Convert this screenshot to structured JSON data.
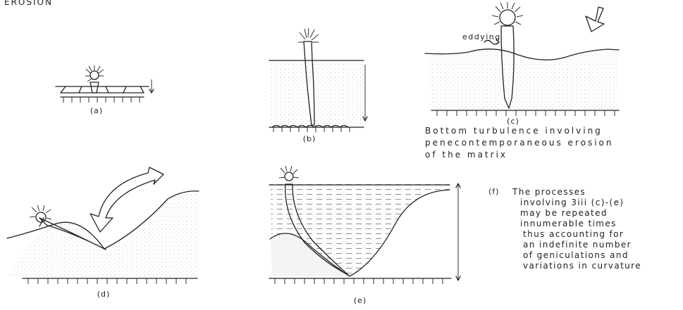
{
  "header": {
    "title": "EROSION"
  },
  "panels": {
    "a": {
      "label": "(a)"
    },
    "b": {
      "label": "(b)"
    },
    "c": {
      "label": "(c)",
      "annotation": "eddying",
      "caption": [
        "Bottom turbulence involving",
        "penecontemporaneous erosion",
        "of the matrix"
      ]
    },
    "d": {
      "label": "(d)"
    },
    "e": {
      "label": "(e)"
    },
    "f": {
      "label": "(f)",
      "text": [
        "The processes",
        "involving 3iii (c)-(e)",
        "may be repeated",
        "innumerable times",
        "thus accounting for",
        "an indefinite number",
        "of geniculations and",
        "variations in curvature"
      ]
    }
  }
}
